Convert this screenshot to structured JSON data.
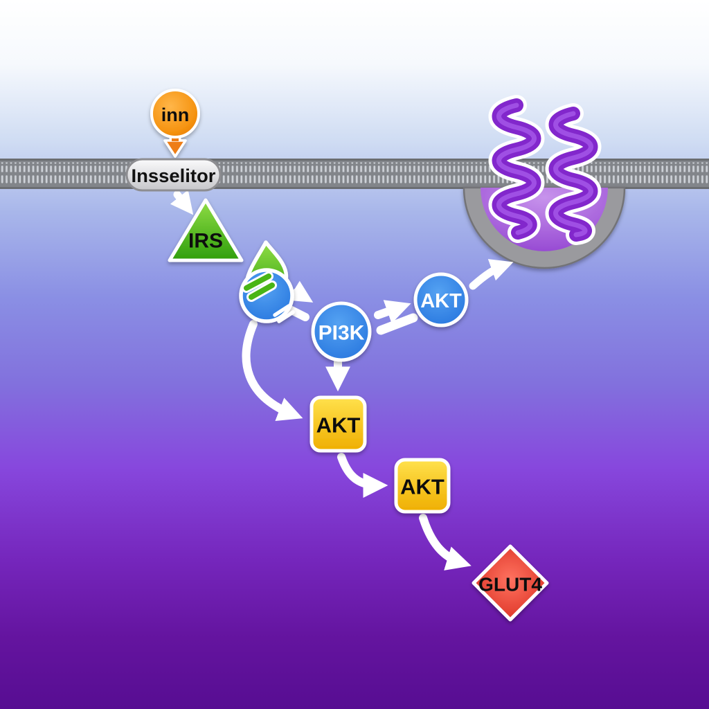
{
  "diagram": {
    "nodes": {
      "insulin": {
        "label": "inn",
        "shape": "circle",
        "fill": "#f59b1e",
        "text_color": "#111111"
      },
      "receptor": {
        "label": "Insselitor",
        "shape": "pill",
        "fill": "#e9e9ea",
        "text_color": "#111111"
      },
      "irs": {
        "label": "IRS",
        "shape": "triangle",
        "fill": "#55c21d",
        "text_color": "#111111"
      },
      "pi3k": {
        "label": "PI3K",
        "shape": "circle",
        "fill": "#2b7ae0",
        "text_color": "#ffffff"
      },
      "akt_circle": {
        "label": "AKT",
        "shape": "circle",
        "fill": "#2b7ae0",
        "text_color": "#ffffff"
      },
      "akt_square_1": {
        "label": "AKT",
        "shape": "rounded-square",
        "fill": "#fccf18",
        "text_color": "#111111"
      },
      "akt_square_2": {
        "label": "AKT",
        "shape": "rounded-square",
        "fill": "#fccf18",
        "text_color": "#111111"
      },
      "glut4": {
        "label": "GLUT4",
        "shape": "diamond",
        "fill": "#e63326",
        "text_color": "#111111"
      }
    },
    "colors": {
      "background_top": "#ffffff",
      "background_mid_blue": "#8a8fe4",
      "background_bottom": "#570d92",
      "membrane_gray": "#82858a",
      "membrane_tick": "#cdd1d7",
      "vesicle_rim": "#9a9a9e",
      "vesicle_fill": "#a458df",
      "transporter_purple": "#8227cc",
      "arrow_white": "#ffffff",
      "arrow_orange": "#ee7d12"
    }
  }
}
